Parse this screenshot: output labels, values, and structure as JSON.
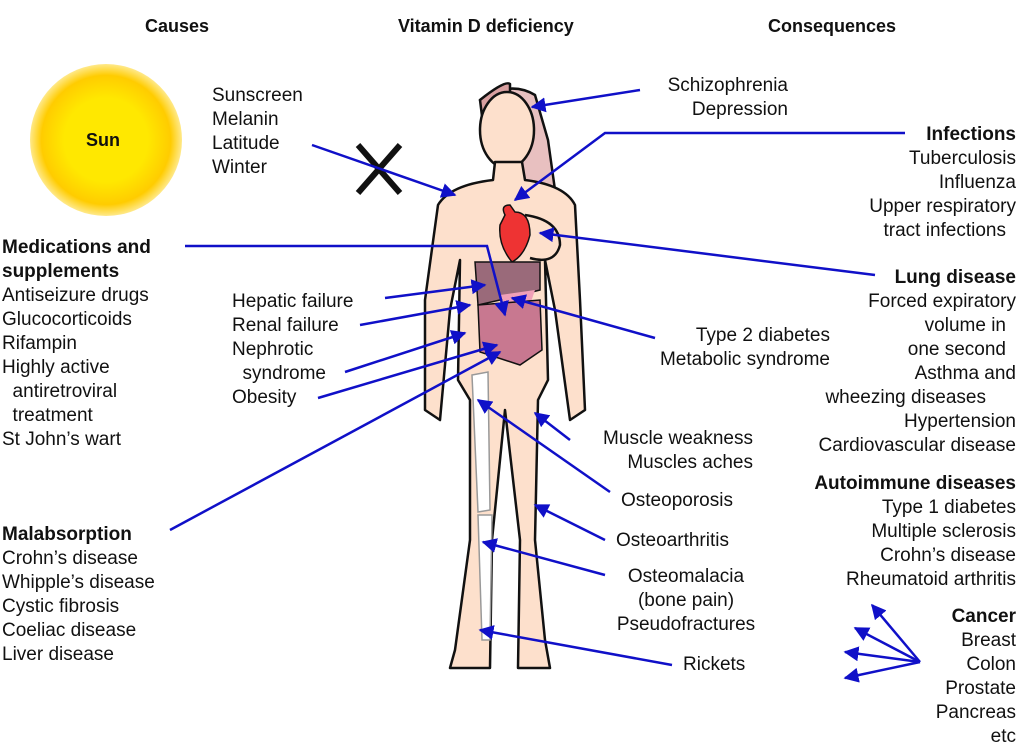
{
  "headers": {
    "causes": "Causes",
    "deficiency": "Vitamin D deficiency",
    "consequences": "Consequences"
  },
  "sun": {
    "label": "Sun"
  },
  "sun_factors": [
    "Sunscreen",
    "Melanin",
    "Latitude",
    "Winter"
  ],
  "medications": {
    "title1": "Medications and",
    "title2": "supplements",
    "items": [
      "Antiseizure drugs",
      "Glucocorticoids",
      "Rifampin",
      "Highly active",
      "  antiretroviral",
      "  treatment",
      "St John’s wart"
    ]
  },
  "organ_causes": [
    "Hepatic failure",
    "Renal failure",
    "Nephrotic",
    "  syndrome",
    "Obesity"
  ],
  "malabsorption": {
    "title": "Malabsorption",
    "items": [
      "Crohn’s disease",
      "Whipple’s disease",
      "Cystic fibrosis",
      "Coeliac disease",
      "Liver disease"
    ]
  },
  "mental": [
    "Schizophrenia",
    "Depression"
  ],
  "infections": {
    "title": "Infections",
    "items": [
      "Tuberculosis",
      "Influenza",
      "Upper respiratory",
      "tract infections"
    ]
  },
  "lung": {
    "title": "Lung disease",
    "items": [
      "Forced expiratory",
      "volume in",
      "one second",
      "Asthma and",
      "wheezing diseases",
      "Hypertension",
      "Cardiovascular disease"
    ]
  },
  "metabolic": [
    "Type 2 diabetes",
    "Metabolic syndrome"
  ],
  "muscle": [
    "Muscle weakness",
    "Muscles aches"
  ],
  "bone": {
    "osteoporosis": "Osteoporosis",
    "osteoarthritis": "Osteoarthritis",
    "osteomalacia": [
      "Osteomalacia",
      "(bone pain)",
      "Pseudofractures"
    ],
    "rickets": "Rickets"
  },
  "autoimmune": {
    "title": "Autoimmune diseases",
    "items": [
      "Type 1 diabetes",
      "Multiple sclerosis",
      "Crohn’s disease",
      "Rheumatoid arthritis"
    ]
  },
  "cancer": {
    "title": "Cancer",
    "items": [
      "Breast",
      "Colon",
      "Prostate",
      "Pancreas",
      "etc"
    ]
  },
  "colors": {
    "arrow": "#1010c8",
    "skin": "#fde0cc",
    "hair": "#d9a0a0",
    "heart": "#ee3333",
    "liver": "#9a6a7a",
    "intestine": "#c87890",
    "sun": "#ffe800"
  }
}
